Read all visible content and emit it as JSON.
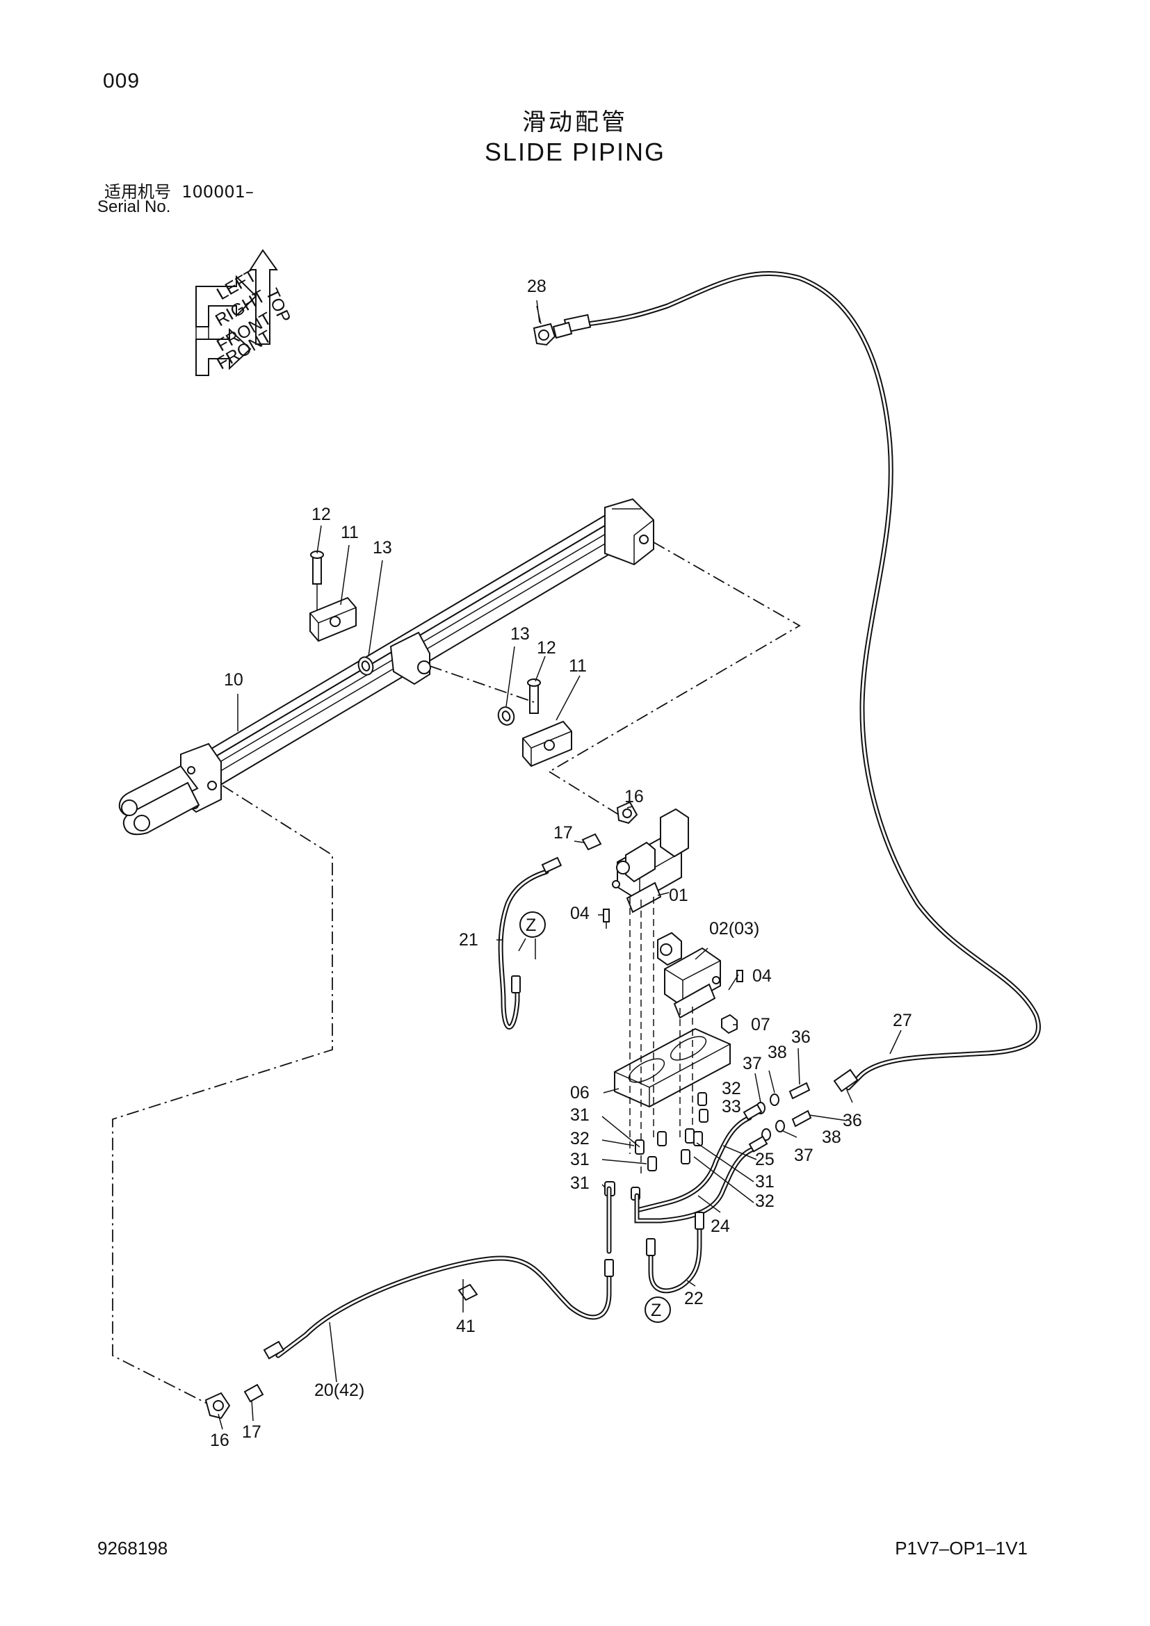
{
  "header": {
    "page_number": "009",
    "title_cn": "滑动配管",
    "title_en": "SLIDE PIPING",
    "serial_label_cn": "适用机号",
    "serial_value": "100001–",
    "serial_label_en": "Serial No."
  },
  "orientation_icon": {
    "labels": [
      "LEFT",
      "RIGHT",
      "FRONT",
      "TOP",
      "FRONT"
    ]
  },
  "callouts": [
    "28",
    "12",
    "11",
    "13",
    "13",
    "12",
    "11",
    "10",
    "16",
    "17",
    "01",
    "04",
    "21",
    "Z",
    "02(03)",
    "04",
    "07",
    "27",
    "06",
    "37",
    "38",
    "36",
    "32",
    "33",
    "31",
    "32",
    "31",
    "31",
    "36",
    "38",
    "37",
    "25",
    "31",
    "32",
    "24",
    "22",
    "Z",
    "41",
    "20(42)",
    "16",
    "17"
  ],
  "footer": {
    "doc_number": "9268198",
    "page_code": "P1V7–OP1–1V1"
  }
}
